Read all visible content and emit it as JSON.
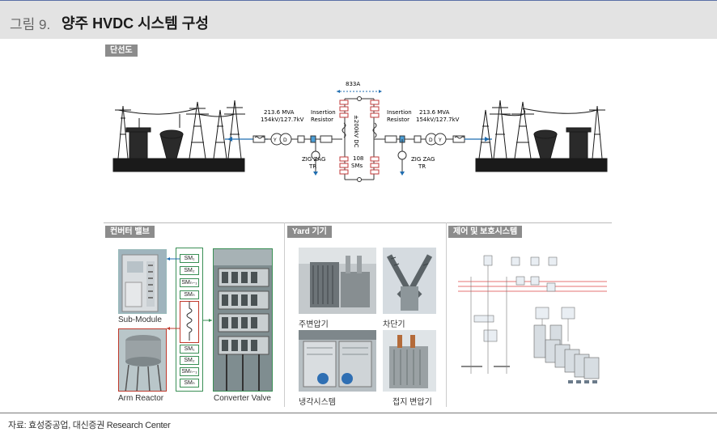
{
  "header": {
    "figure_label": "그림 9.",
    "title": "양주 HVDC 시스템 구성"
  },
  "single_line": {
    "tag": "단선도",
    "current": "833A",
    "left_rating": [
      "213.6 MVA",
      "154kV/127.7kV"
    ],
    "right_rating": [
      "213.6 MVA",
      "154kV/127.7kV"
    ],
    "insertion_resistor": [
      "Insertion",
      "Resistor"
    ],
    "zigzag": [
      "ZIG ZAG",
      "TR"
    ],
    "sm_count": [
      "108",
      "SMs"
    ],
    "dc_voltage": "±200kV DC"
  },
  "converter_valve": {
    "tag": "컨버터 밸브",
    "sub_module": "Sub-Module",
    "arm_reactor": "Arm Reactor",
    "converter_valve": "Converter Valve",
    "sm_labels_top": [
      "SM₁",
      "SM₂",
      "SMₙ₋₁",
      "SMₙ"
    ],
    "sm_labels_bottom": [
      "SM₁",
      "SM₂",
      "SMₙ₋₁",
      "SMₙ"
    ]
  },
  "yard": {
    "tag": "Yard 기기",
    "captions": [
      "주변압기",
      "차단기",
      "냉각시스템",
      "접지 변압기"
    ]
  },
  "control": {
    "tag": "제어 및 보호시스템"
  },
  "footer": {
    "source": "자료: 효성중공업, 대신증권 Research Center"
  }
}
